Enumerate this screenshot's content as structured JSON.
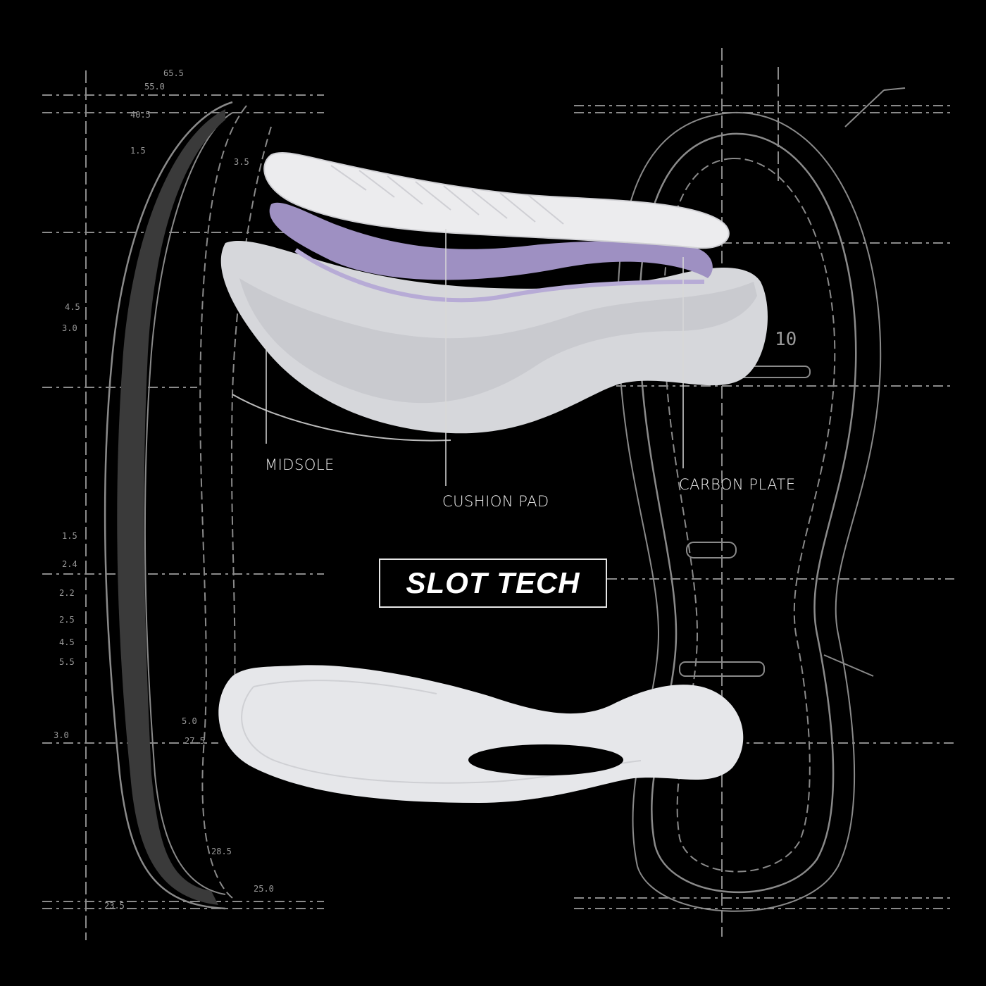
{
  "title": "SLOT TECH",
  "callouts": {
    "midsole": "MIDSOLE",
    "cushion_pad": "CUSHION PAD",
    "carbon_plate": "CARBON PLATE"
  },
  "blueprint_dimensions": [
    "65.5",
    "55.0",
    "40.5",
    "1.5",
    "4.5",
    "3.0",
    "1.5",
    "2.4",
    "2.2",
    "2.5",
    "4.5",
    "5.5",
    "3.0",
    "5.0",
    "27.5",
    "23.5",
    "28.5",
    "25.0",
    "3.5",
    "10"
  ],
  "colors": {
    "background": "#000000",
    "sole": "#e4e5e8",
    "cushion": "#a99bc9",
    "blueprint": "#8a8a8a"
  }
}
